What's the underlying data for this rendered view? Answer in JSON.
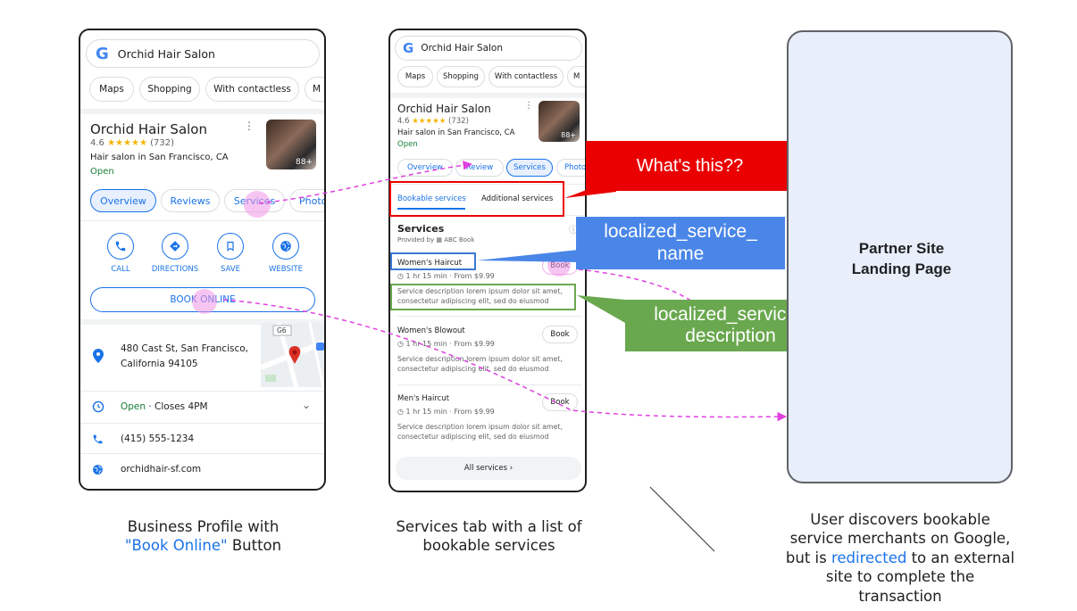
{
  "phone1": {
    "search_text": "Orchid Hair Salon",
    "chips": [
      "Maps",
      "Shopping",
      "With contactless",
      "M"
    ],
    "business_name": "Orchid Hair Salon",
    "rating": "4.6",
    "stars": "★★★★★",
    "review_count": "(732)",
    "category": "Hair salon in San Francisco, CA",
    "status": "Open",
    "photo_count": "88+",
    "tabs": [
      "Overview",
      "Reviews",
      "Services",
      "Photo"
    ],
    "actions": [
      "CALL",
      "DIRECTIONS",
      "SAVE",
      "WEBSITE"
    ],
    "book_online": "BOOK ONLINE",
    "address_line1": "480 Cast St, San Francisco,",
    "address_line2": "California 94105",
    "map_route": "G6",
    "hours_status": "Open",
    "hours_close": " · Closes 4PM",
    "phone": "(415) 555-1234",
    "website": "orchidhair-sf.com"
  },
  "phone2": {
    "search_text": "Orchid Hair Salon",
    "chips": [
      "Maps",
      "Shopping",
      "With contactless",
      "M"
    ],
    "business_name": "Orchid Hair Salon",
    "rating": "4.6",
    "stars": "★★★★★",
    "review_count": "(732)",
    "category": "Hair salon in San Francisco, CA",
    "status": "Open",
    "photo_count": "88+",
    "tabs": [
      "Overview",
      "Review",
      "Services",
      "Photo"
    ],
    "subtabs": [
      "Bookable services",
      "Additional services"
    ],
    "section_title": "Services",
    "provided_by": "Provided by ▦ ABC Book",
    "services": [
      {
        "name": "Women's Haircut",
        "meta": "◷ 1 hr 15 min · From $9.99",
        "desc1": "Service description lorem ipsum dolor sit amet,",
        "desc2": "consectetur adipiscing elit, sed do eiusmod",
        "book": "Book"
      },
      {
        "name": "Women's Blowout",
        "meta": "◷ 1 hr 15 min · From $9.99",
        "desc1": "Service description lorem ipsum dolor sit amet,",
        "desc2": "consectetur adipiscing elit, sed do eiusmod",
        "book": "Book"
      },
      {
        "name": "Men's Haircut",
        "meta": "◷ 1 hr 15 min · From $9.99",
        "desc1": "Service description lorem ipsum dolor sit amet,",
        "desc2": "consectetur adipiscing elit, sed do eiusmod",
        "book": "Book"
      }
    ],
    "all_services": "All services  ›"
  },
  "callouts": {
    "whats_this": "What's this??",
    "name_line1": "localized_service_",
    "name_line2": "name",
    "desc_line1": "localized_service_",
    "desc_line2": "description"
  },
  "partner": {
    "label": "Partner Site\nLanding Page"
  },
  "captions": {
    "left_line1": "Business Profile with",
    "left_line2_blue": "\"Book Online\"",
    "left_line2_rest": " Button",
    "mid_line1": "Services tab with a list of",
    "mid_line2": "bookable services",
    "right_line1": "User discovers bookable",
    "right_line2": "service merchants on Google,",
    "right_line3_pre": "but is ",
    "right_line3_blue": "redirected",
    "right_line3_post": " to an external",
    "right_line4": "site to complete the",
    "right_line5": "transaction"
  },
  "colors": {
    "accent_blue": "#1a73e8",
    "callout_red": "#ea0000",
    "callout_blue": "#4a86e8",
    "callout_green": "#6aa84f",
    "arrow_magenta": "#e040e0",
    "partner_fill": "#e8eefa"
  }
}
